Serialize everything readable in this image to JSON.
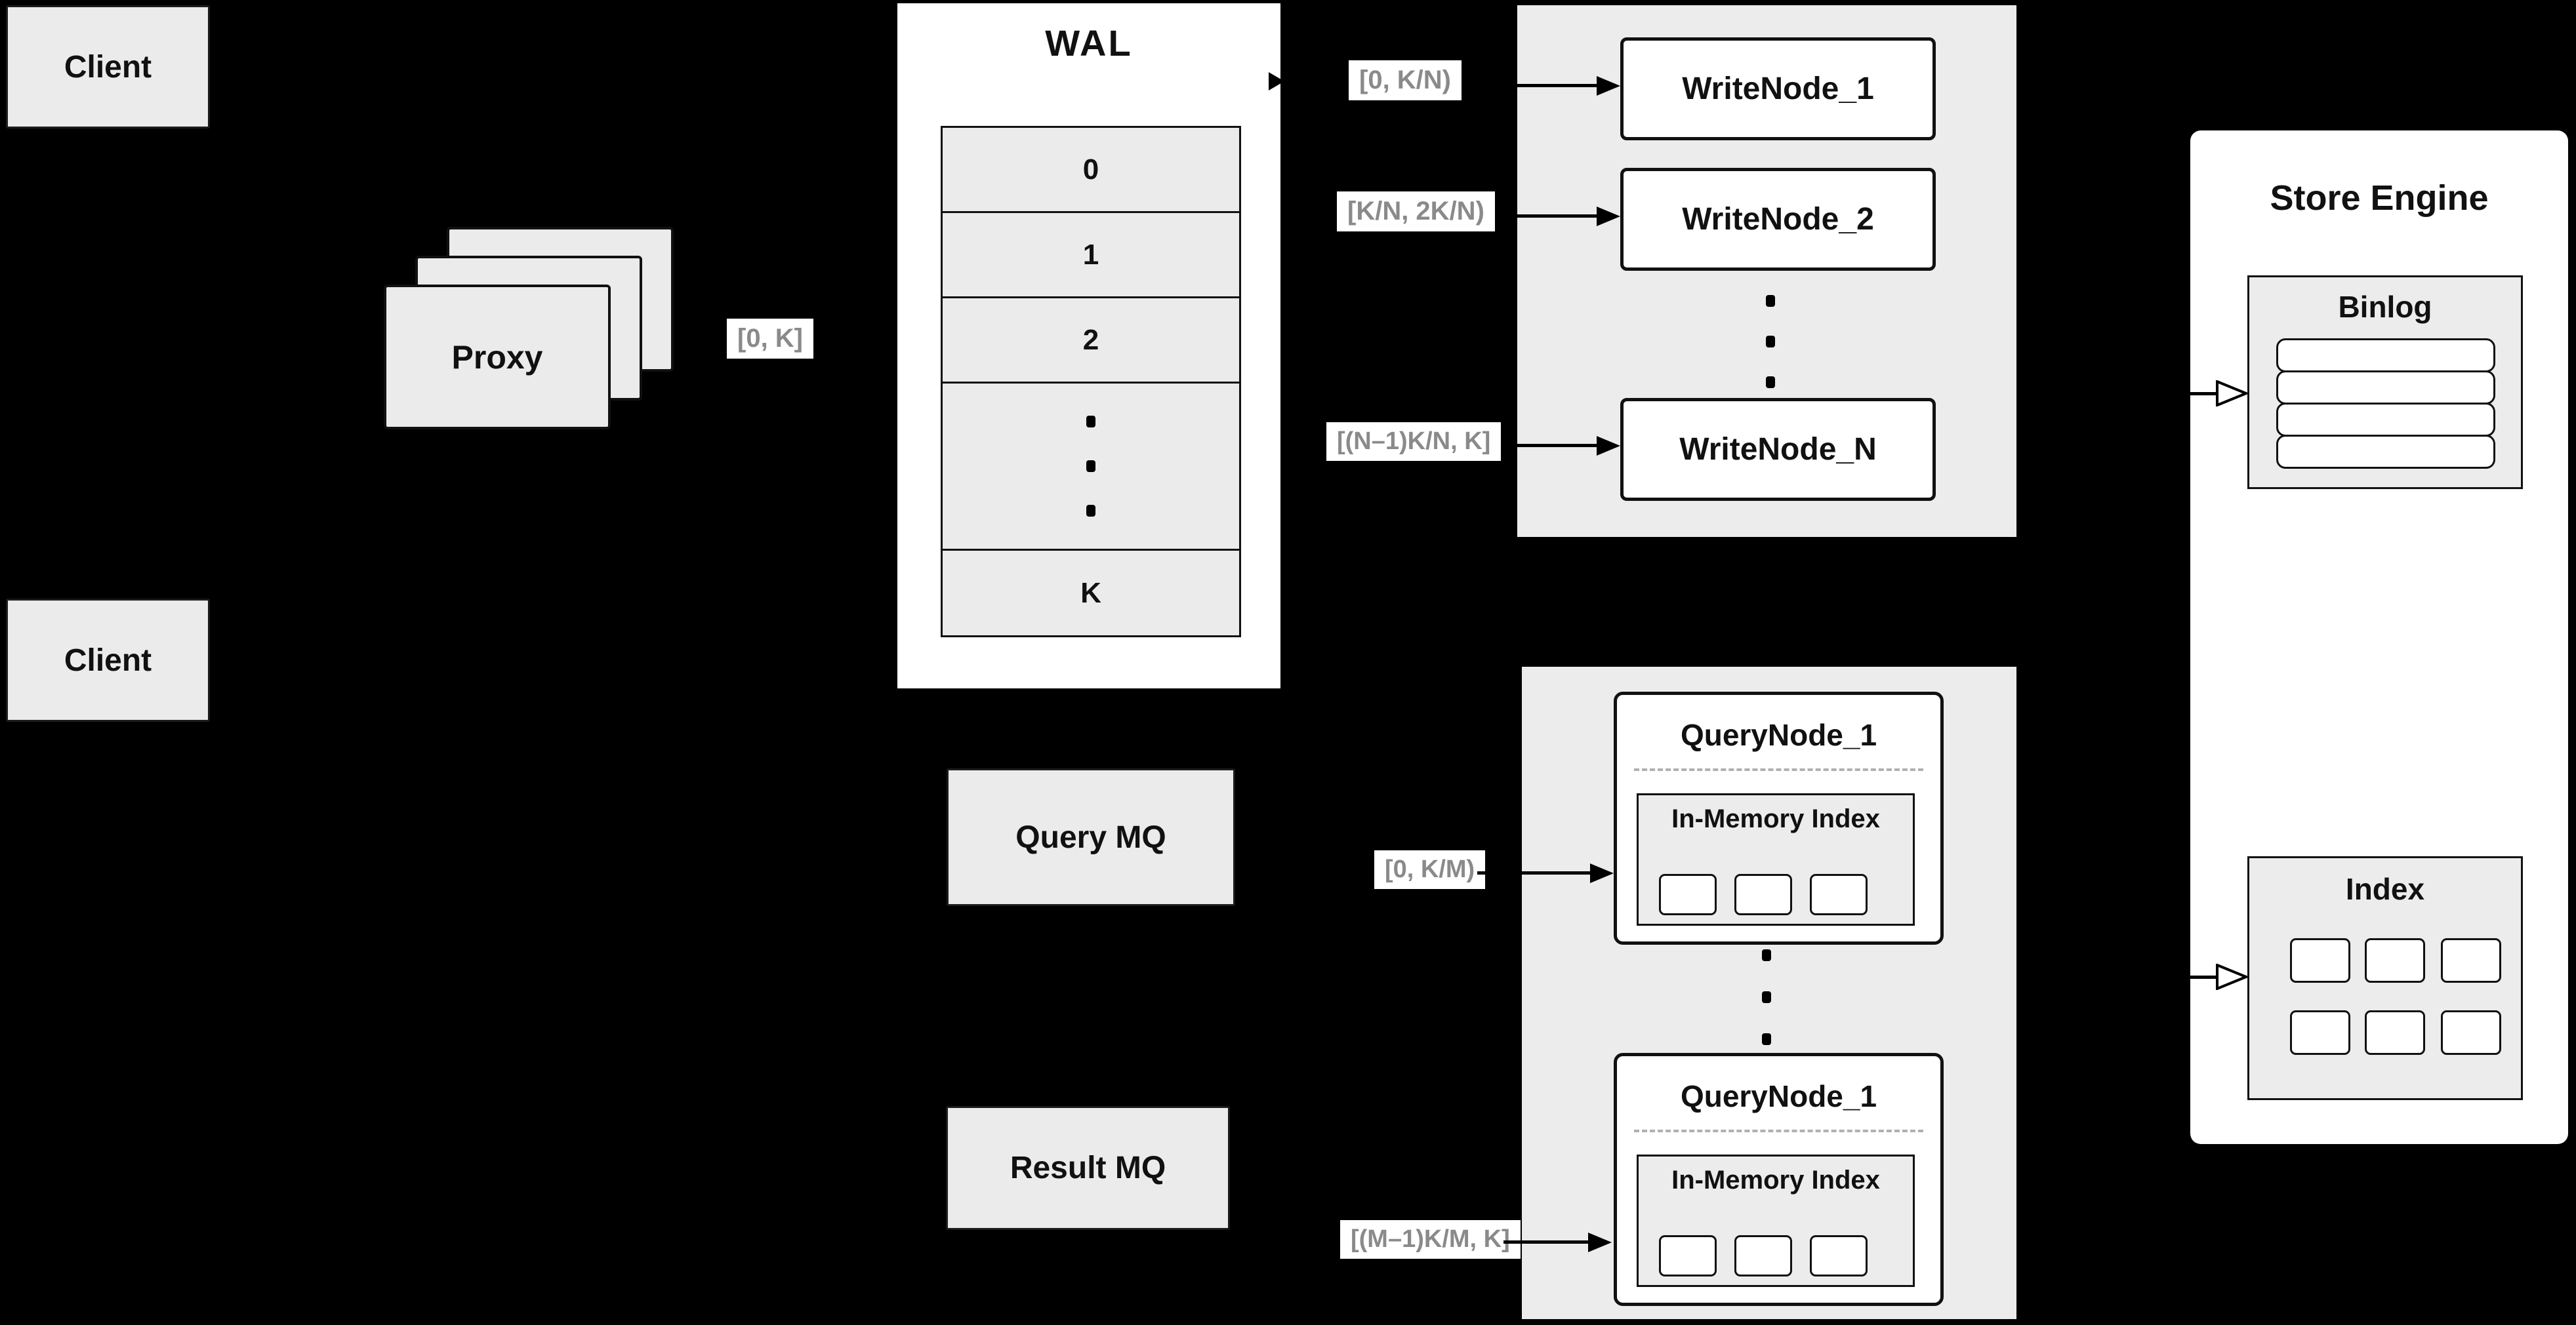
{
  "colors": {
    "background": "#000000",
    "box_fill": "#ebebeb",
    "container_fill": "#ececec",
    "panel_fill": "#ffffff",
    "border": "#111111",
    "range_label_text": "#8a8a8a"
  },
  "clients": {
    "top": "Client",
    "bottom": "Client"
  },
  "proxy": {
    "label": "Proxy",
    "range_label": "[0, K]"
  },
  "wal": {
    "title": "WAL",
    "rows": [
      "0",
      "1",
      "2"
    ],
    "k_row": "K"
  },
  "write_cluster": {
    "nodes": [
      {
        "label": "WriteNode_1",
        "range": "[0,  K/N)"
      },
      {
        "label": "WriteNode_2",
        "range": "[K/N, 2K/N)"
      },
      {
        "label": "WriteNode_N",
        "range": "[(N–1)K/N,  K]"
      }
    ]
  },
  "store_engine": {
    "title": "Store Engine",
    "binlog_title": "Binlog",
    "index_title": "Index"
  },
  "mq": {
    "query": "Query MQ",
    "result": "Result MQ"
  },
  "query_cluster": {
    "nodes": [
      {
        "label": "QueryNode_1",
        "memory_label": "In-Memory Index",
        "range": "[0, K/M)"
      },
      {
        "label": "QueryNode_1",
        "memory_label": "In-Memory Index",
        "range": "[(M–1)K/M, K]"
      }
    ]
  }
}
